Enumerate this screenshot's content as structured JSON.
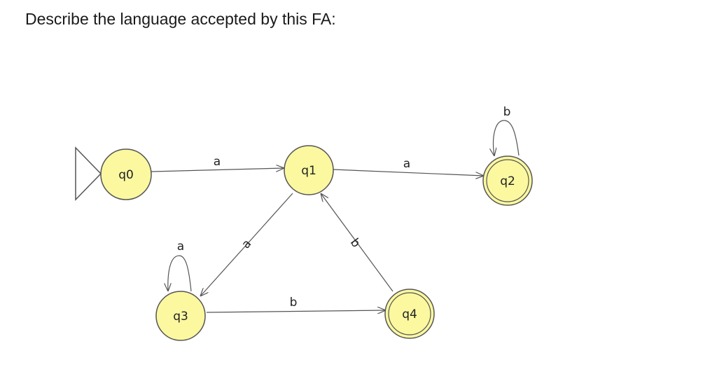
{
  "question": "Describe the language accepted by this FA:",
  "automaton": {
    "states": [
      {
        "id": "q0",
        "label": "q0",
        "initial": true,
        "accepting": false
      },
      {
        "id": "q1",
        "label": "q1",
        "initial": false,
        "accepting": false
      },
      {
        "id": "q2",
        "label": "q2",
        "initial": false,
        "accepting": true
      },
      {
        "id": "q3",
        "label": "q3",
        "initial": false,
        "accepting": false
      },
      {
        "id": "q4",
        "label": "q4",
        "initial": false,
        "accepting": true
      }
    ],
    "transitions": [
      {
        "from": "q0",
        "to": "q1",
        "symbol": "a"
      },
      {
        "from": "q1",
        "to": "q2",
        "symbol": "a"
      },
      {
        "from": "q2",
        "to": "q2",
        "symbol": "b"
      },
      {
        "from": "q1",
        "to": "q3",
        "symbol": "a"
      },
      {
        "from": "q3",
        "to": "q3",
        "symbol": "a"
      },
      {
        "from": "q3",
        "to": "q4",
        "symbol": "b"
      },
      {
        "from": "q4",
        "to": "q1",
        "symbol": "b"
      }
    ]
  },
  "colors": {
    "state_fill": "#fbf8a0",
    "state_stroke": "#555555",
    "edge": "#555555"
  }
}
